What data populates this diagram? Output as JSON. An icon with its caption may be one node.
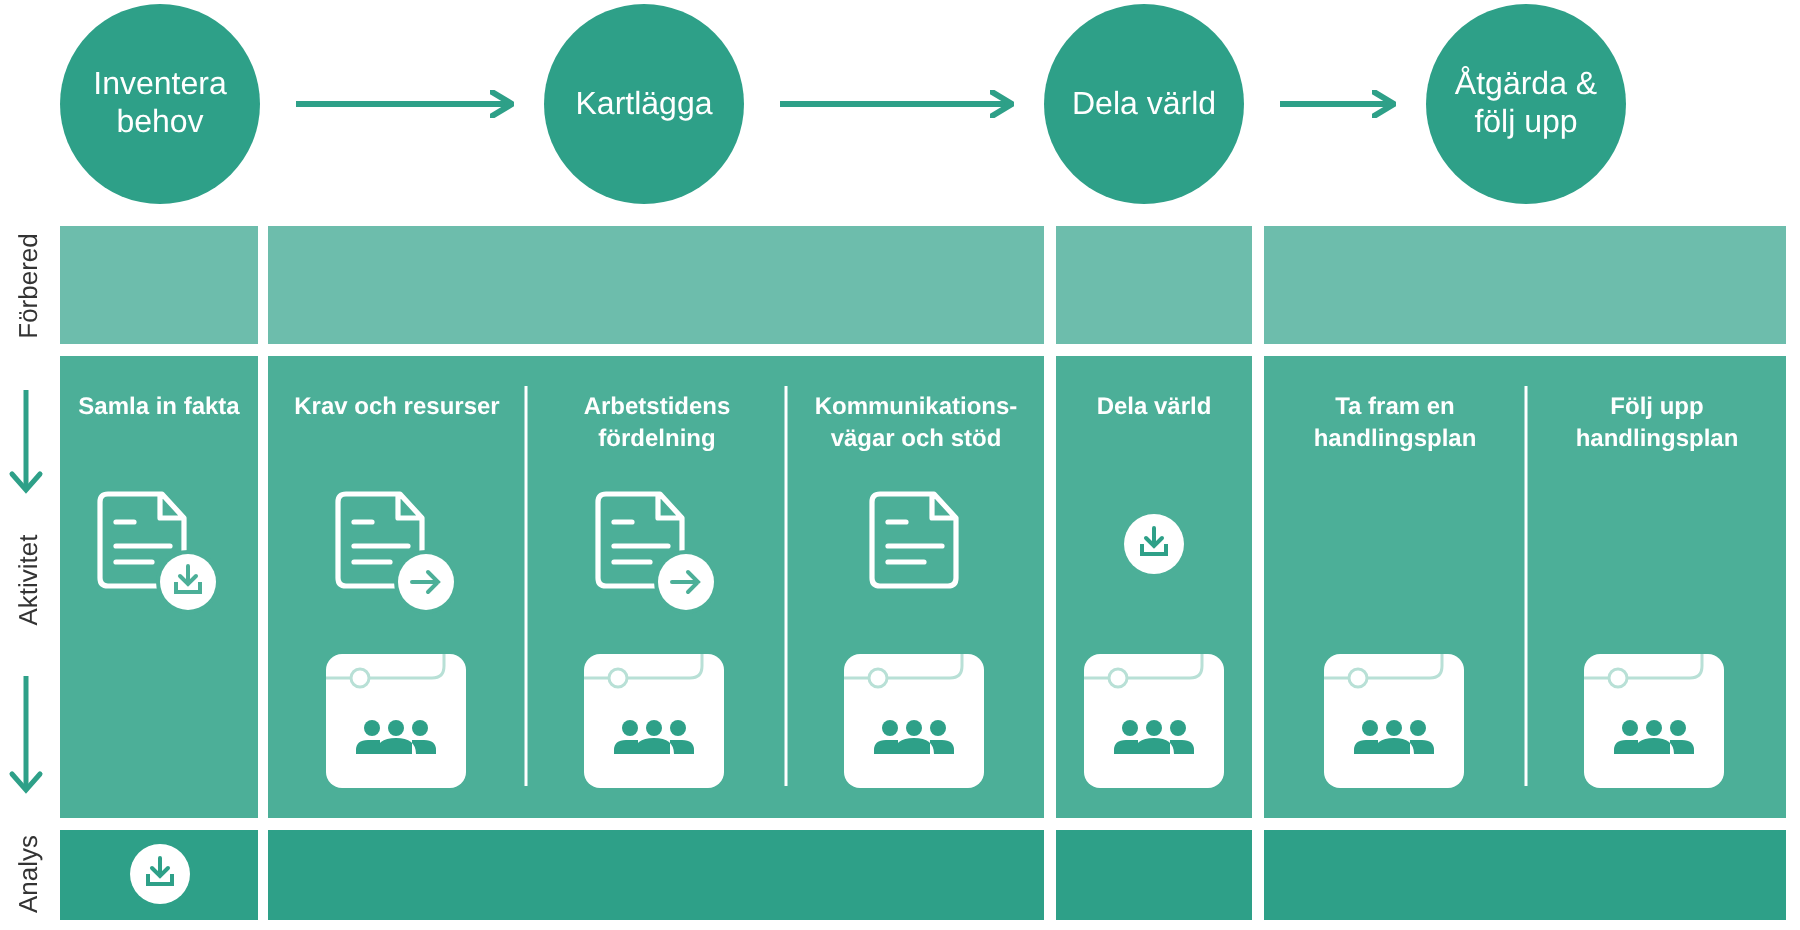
{
  "diagram": {
    "nodes": [
      {
        "text": [
          "Inventera behov"
        ]
      },
      {
        "text": [
          "Kartlägga"
        ]
      },
      {
        "text": [
          "Dela värld"
        ]
      },
      {
        "text": [
          "Åtgärda & följ upp"
        ]
      },
      {
        "text": [
          "Samla in fakta"
        ]
      },
      {
        "text": [
          "Krav och resurser"
        ]
      },
      {
        "text": [
          "Arbetstidens fördelning"
        ]
      },
      {
        "text": [
          "Kommunikations- vägar och stöd"
        ]
      },
      {
        "text": [
          "Dela värld"
        ]
      },
      {
        "text": [
          "Ta fram en handlingsplan"
        ]
      },
      {
        "text": [
          "Följ upp handlingsplan"
        ]
      }
    ],
    "edges": [
      {
        "from": 0,
        "to": 1,
        "arrow": "to"
      },
      {
        "from": 1,
        "to": 2,
        "arrow": "to"
      },
      {
        "from": 2,
        "to": 3,
        "arrow": "to"
      }
    ],
    "labels": [
      "Förbered",
      "Aktivitet",
      "Analys"
    ]
  }
}
